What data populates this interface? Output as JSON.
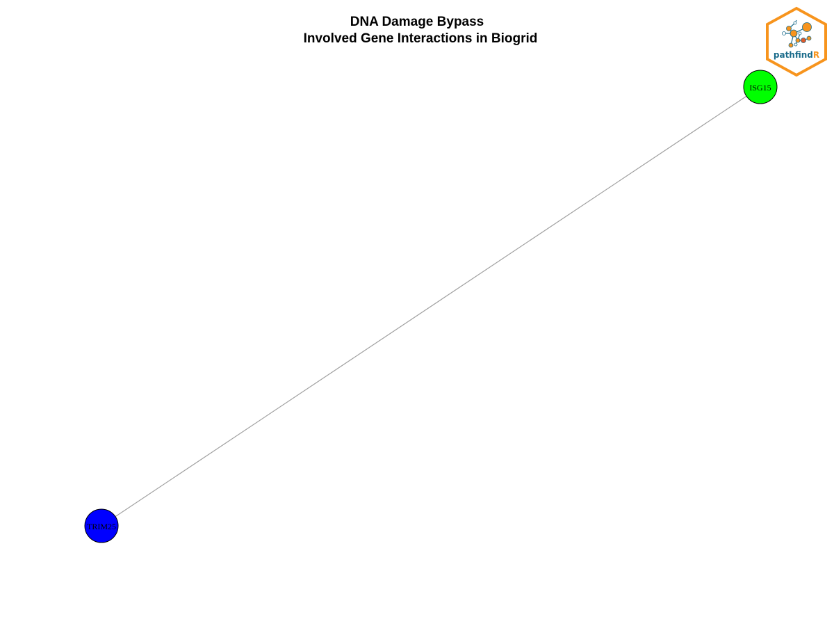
{
  "title": {
    "line1": "DNA Damage Bypass",
    "line2": "Involved Gene Interactions in Biogrid"
  },
  "network": {
    "edge_color": "#a0a0a0",
    "nodes": [
      {
        "id": "ISG15",
        "label": "ISG15",
        "fill": "#00ff00"
      },
      {
        "id": "TRIM25",
        "label": "TRIM25",
        "fill": "#0000ff"
      }
    ],
    "edges": [
      {
        "source": "ISG15",
        "target": "TRIM25"
      }
    ]
  },
  "logo": {
    "text_main": "pathfind",
    "text_accent": "R",
    "icon": "network-graph-icon",
    "border_color": "#f7941d",
    "text_color": "#1a6b8a",
    "accent_color": "#f7941d"
  }
}
